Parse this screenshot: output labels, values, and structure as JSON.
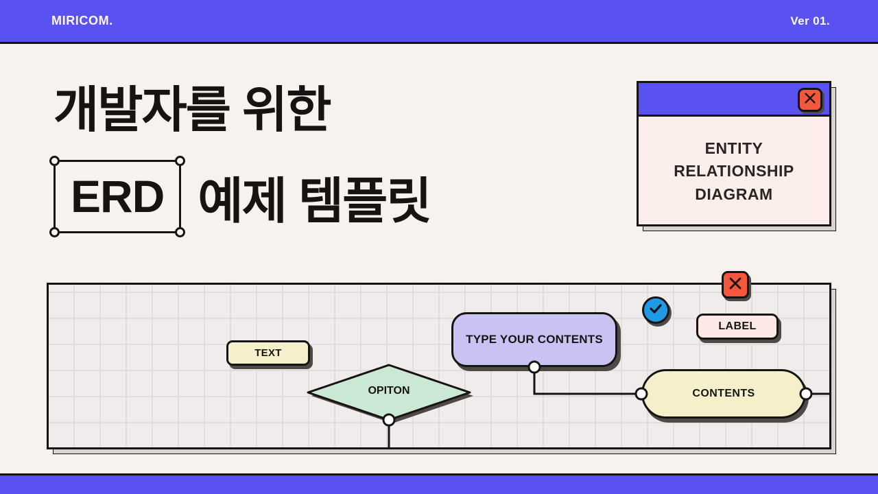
{
  "topbar": {
    "brand": "MIRICOM.",
    "version": "Ver 01."
  },
  "hero": {
    "title_line1": "개발자를 위한",
    "erd": "ERD",
    "title_line2_rest": "예제 템플릿"
  },
  "window_card": {
    "title_lines": [
      "ENTITY",
      "RELATIONSHIP",
      "DIAGRAM"
    ]
  },
  "canvas": {
    "text_label": "TEXT",
    "decision_label": "OPITON",
    "process_label": "TYPE YOUR CONTENTS",
    "tag_label": "LABEL",
    "contents_label": "CONTENTS"
  },
  "icons": {
    "close": "✕",
    "check": "✓"
  },
  "colors": {
    "brand_purple": "#5a52f0",
    "ink": "#161413",
    "background_cream": "#f8f2ee",
    "card_body_pink": "#fcefeb",
    "canvas_gray": "#efeceb",
    "node_yellow": "#f5f0ca",
    "node_lavender": "#c9c3f4",
    "node_mint": "#cbe8d4",
    "node_pink": "#fce9e6",
    "close_red": "#f4573c",
    "check_blue": "#219ae6",
    "shadow_gray": "#d9d2d0",
    "shadow_dark": "#4e4a48"
  }
}
